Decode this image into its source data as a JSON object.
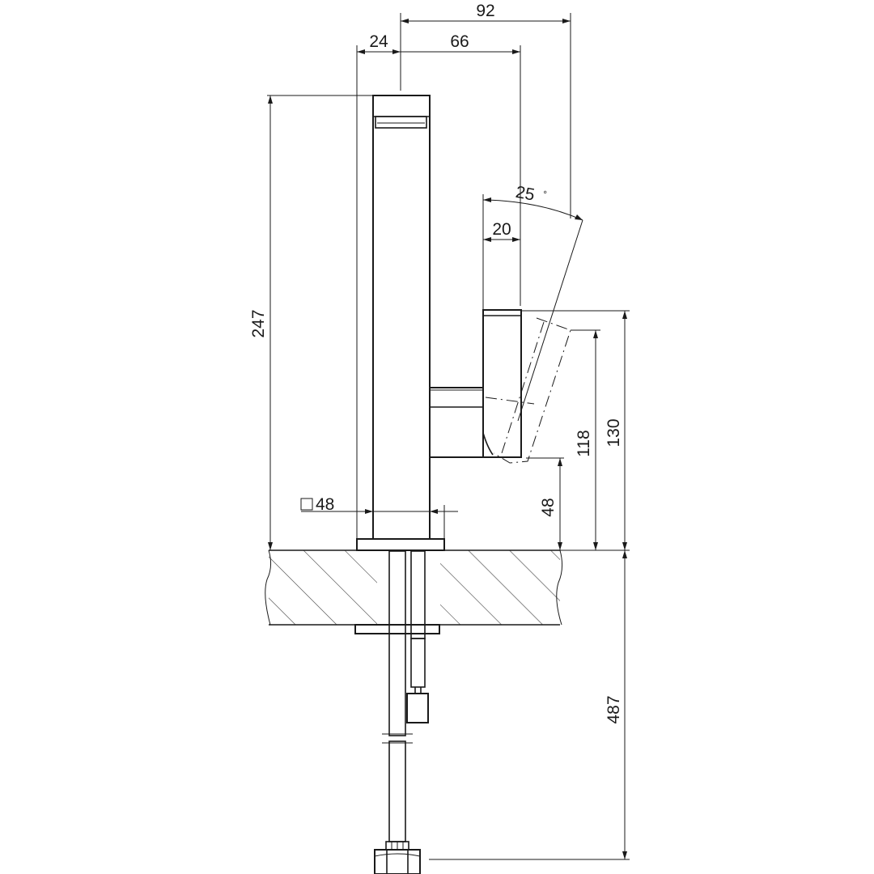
{
  "drawing": {
    "background": "#ffffff",
    "line_color": "#1a1a1a",
    "dimensions": {
      "overall_depth": "92",
      "body_to_axis": "24",
      "axis_to_handle": "66",
      "handle_angle": "25",
      "angle_unit": "°",
      "handle_width": "20",
      "total_height": "247",
      "base_size": "48",
      "base_to_handle": "48",
      "handle_height_low": "118",
      "handle_height_high": "130",
      "hose_length": "487"
    }
  }
}
